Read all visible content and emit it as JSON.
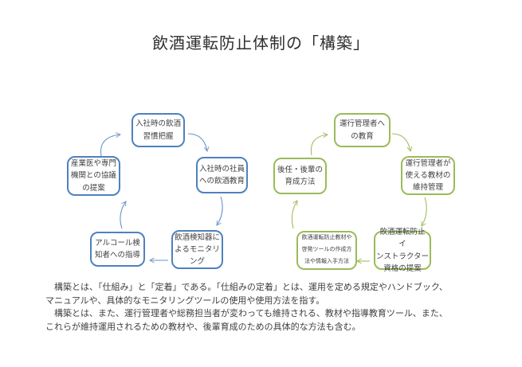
{
  "title": "飲酒運転防止体制の「構築」",
  "diagram": {
    "left_cycle": {
      "color": "#4f81bd",
      "nodes": [
        {
          "label": "入社時の飲酒\n習慣把握"
        },
        {
          "label": "入社時の社員\nへの飲酒教育"
        },
        {
          "label": "飲酒検知器に\nよるモニタリ\nング"
        },
        {
          "label": "アルコール検\n知者への指導"
        },
        {
          "label": "産業医や専門\n機関との協議\nの提案"
        }
      ]
    },
    "right_cycle": {
      "color": "#9bbb59",
      "nodes": [
        {
          "label": "運行管理者へ\nの教育"
        },
        {
          "label": "運行管理者が\n使える教材の\n維持管理"
        },
        {
          "label": "飲酒運転防止イ\nンストラクター\n資格の提案"
        },
        {
          "label": "飲酒運転防止教材や\n啓発ツールの作成方\n法や情報入手方法"
        },
        {
          "label": "後任・後輩の\n育成方法"
        }
      ]
    }
  },
  "body_text": "　構築とは、「仕組み」と「定着」である。「仕組みの定着」とは、運用を定める規定やハンドブック、\nマニュアルや、具体的なモニタリングツールの使用や使用方法を指す。\n　構築とは、また、運行管理者や総務担当者が変わっても維持される、教材や指導教育ツール、また、\nこれらが維持運用されるための教材や、後輩育成のための具体的な方法も含む。"
}
